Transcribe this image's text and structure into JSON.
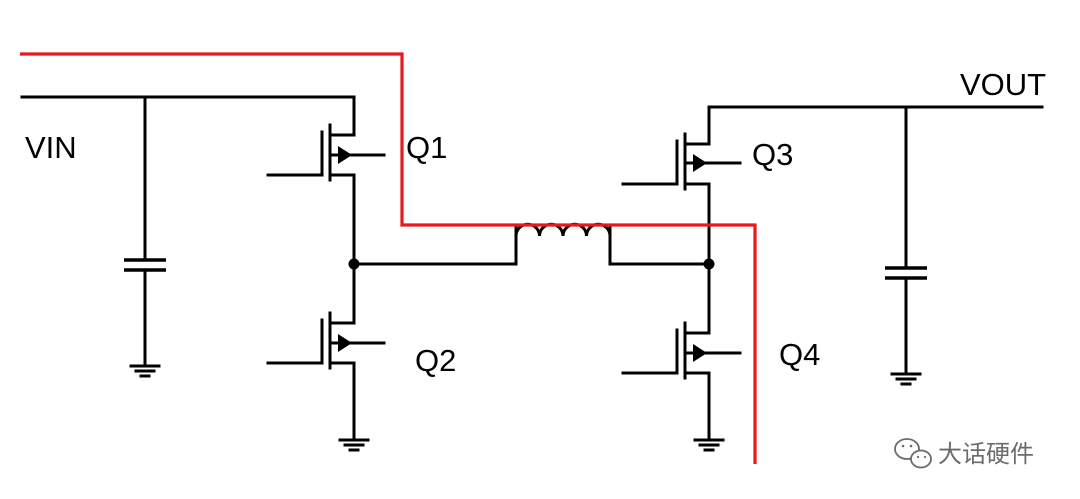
{
  "labels": {
    "vin": "VIN",
    "vout": "VOUT",
    "q1": "Q1",
    "q2": "Q2",
    "q3": "Q3",
    "q4": "Q4"
  },
  "watermark": {
    "text": "大话硬件"
  },
  "colors": {
    "wire": "#000000",
    "current_path": "#e8191c",
    "watermark": "#6b6b6b"
  },
  "icons": {
    "watermark_logo": "wechat-icon"
  }
}
